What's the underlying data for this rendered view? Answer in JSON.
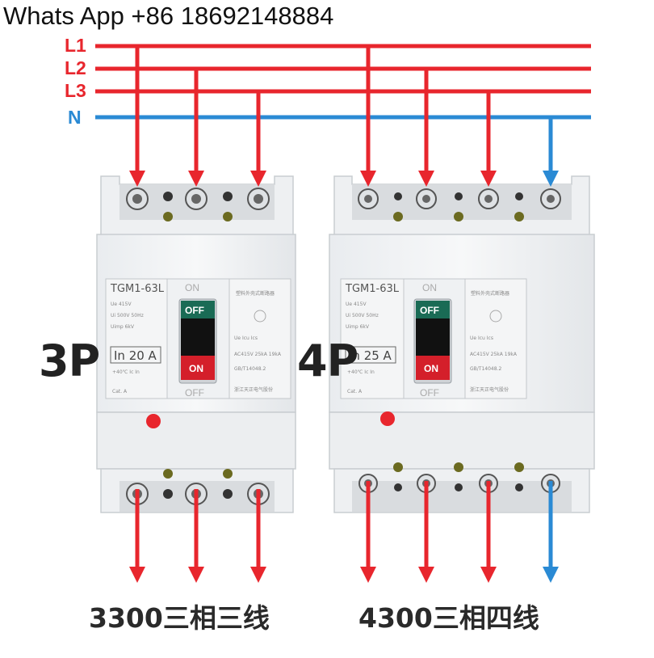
{
  "header": {
    "text": "Whats App +86 18692148884"
  },
  "lines": [
    {
      "label": "L1",
      "color": "#e8262d"
    },
    {
      "label": "L2",
      "color": "#e8262d"
    },
    {
      "label": "L3",
      "color": "#e8262d"
    },
    {
      "label": "N",
      "color": "#2a8ad4"
    }
  ],
  "breakers": [
    {
      "pole_label": "3P",
      "model": "TGM1-63L",
      "rating": "In 20 A",
      "switch_on_top": "ON",
      "switch_off": "OFF",
      "switch_on": "ON",
      "switch_off_bottom": "OFF",
      "caption": "3300三相三线"
    },
    {
      "pole_label": "4P",
      "model": "TGM1-63L",
      "rating": "In 25 A",
      "switch_on_top": "ON",
      "switch_off": "OFF",
      "switch_on": "ON",
      "switch_off_bottom": "OFF",
      "caption": "4300三相四线"
    }
  ]
}
